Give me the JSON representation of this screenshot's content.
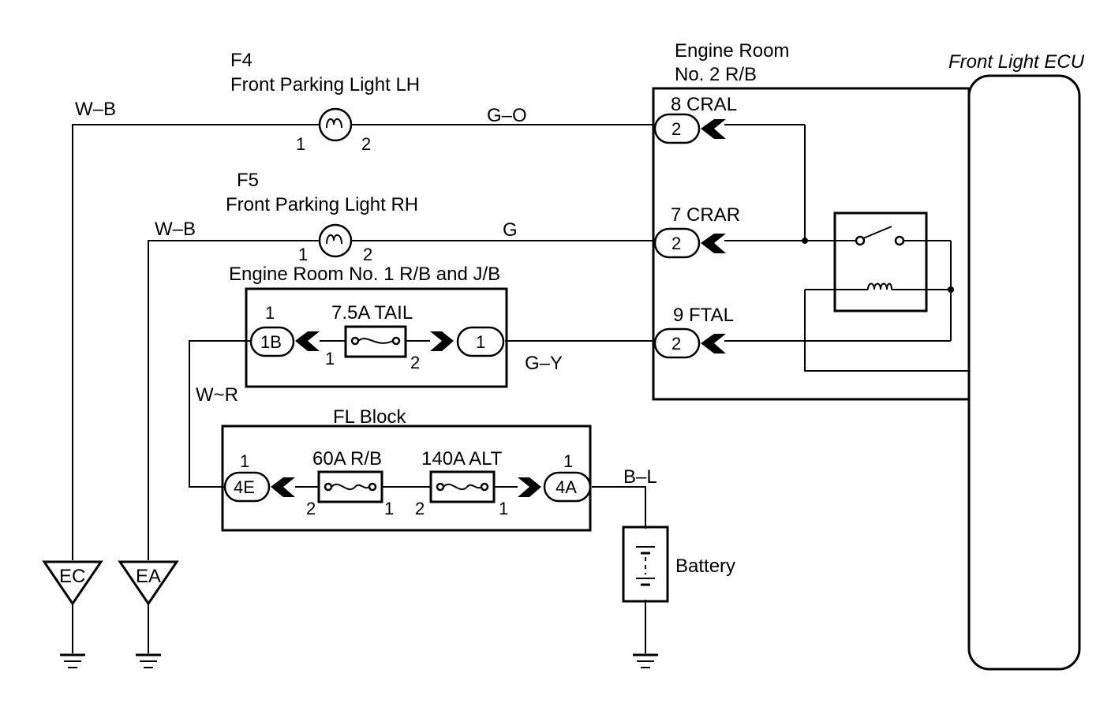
{
  "components": {
    "f4": {
      "code": "F4",
      "name": "Front Parking Light LH",
      "pin1": "1",
      "pin2": "2"
    },
    "f5": {
      "code": "F5",
      "name": "Front Parking Light RH",
      "pin1": "1",
      "pin2": "2"
    },
    "r_b_no2": {
      "line1": "Engine Room",
      "line2": "No. 2 R/B"
    },
    "front_light_ecu": "Front Light ECU",
    "r_b_no1": "Engine Room No. 1 R/B and J/B",
    "fl_block": "FL Block",
    "battery": "Battery"
  },
  "wires": {
    "wb_top": "W–B",
    "go": "G–O",
    "wb_mid": "W–B",
    "g": "G",
    "gy": "G–Y",
    "wr": "W~R",
    "bl": "B–L"
  },
  "terminals": {
    "cral": {
      "label": "8 CRAL",
      "connector": "2"
    },
    "crar": {
      "label": "7  CRAR",
      "connector": "2"
    },
    "ftal": {
      "label": "9  FTAL",
      "connector": "2"
    }
  },
  "fuses": {
    "tail": {
      "label": "7.5A TAIL",
      "pin_left": "1",
      "pin_right": "2"
    },
    "rb60": {
      "label": "60A R/B",
      "pin_left": "2",
      "pin_right": "1"
    },
    "alt140": {
      "label": "140A ALT",
      "pin_left": "2",
      "pin_right": "1"
    }
  },
  "connectors": {
    "c1b": {
      "id": "1B",
      "pin": "1"
    },
    "c1": {
      "id": "1"
    },
    "c4e": {
      "id": "4E",
      "pin": "1"
    },
    "c4a": {
      "id": "4A",
      "pin": "1"
    }
  },
  "grounds": {
    "ec": "EC",
    "ea": "EA"
  }
}
